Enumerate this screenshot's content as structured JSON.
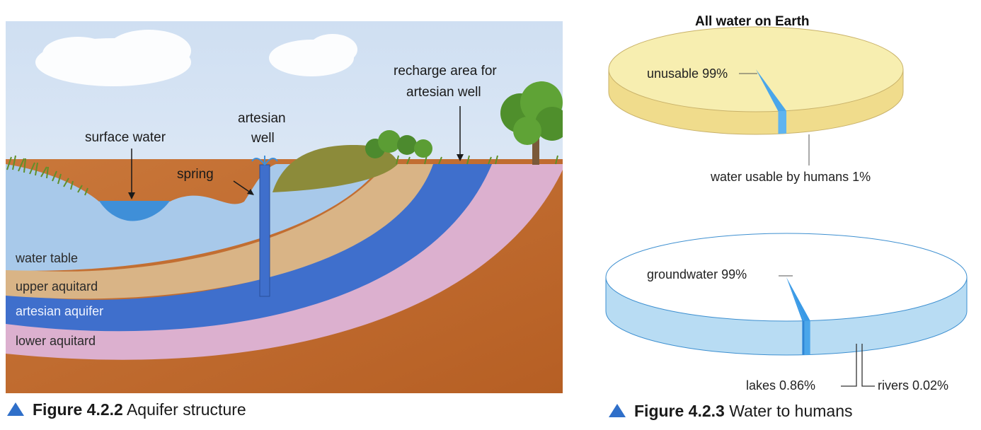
{
  "aquifer": {
    "labels": {
      "surface_water": "surface water",
      "artesian_well_1": "artesian",
      "artesian_well_2": "well",
      "spring": "spring",
      "recharge_1": "recharge area for",
      "recharge_2": "artesian well"
    },
    "layers": {
      "water_table": "water table",
      "upper_aquitard": "upper aquitard",
      "artesian_aquifer": "artesian aquifer",
      "lower_aquitard": "lower aquitard"
    },
    "caption_number": "Figure 4.2.2",
    "caption_text": " Aquifer structure"
  },
  "water": {
    "title": "All water on Earth",
    "pie1": {
      "unusable_label": "unusable 99%",
      "usable_label": "water usable by humans 1%"
    },
    "pie2": {
      "groundwater_label": "groundwater 99%",
      "lakes_label": "lakes 0.86%",
      "rivers_label": "rivers 0.02%"
    },
    "caption_number": "Figure 4.2.3",
    "caption_text": " Water to humans"
  },
  "chart_data": [
    {
      "type": "pie",
      "title": "All water on Earth",
      "categories": [
        "unusable",
        "water usable by humans"
      ],
      "values": [
        99,
        1
      ],
      "colors": [
        "#f7eeb0",
        "#4aa6ea"
      ]
    },
    {
      "type": "pie",
      "title": "",
      "categories": [
        "groundwater",
        "lakes",
        "rivers"
      ],
      "values": [
        99,
        0.86,
        0.02
      ],
      "colors": [
        "#ffffff",
        "#3a9ae6",
        "#3a9ae6"
      ]
    }
  ],
  "colors": {
    "sky": "#dfeaf7",
    "water_table": "#a8c9ea",
    "upper_aquitard": "#d9b486",
    "artesian_aquifer": "#3f6fcc",
    "lower_aquitard": "#dcb0cf",
    "soil": "#c9773a",
    "grass": "#7a9a3a",
    "caption_triangle": "#2f6fc9"
  }
}
